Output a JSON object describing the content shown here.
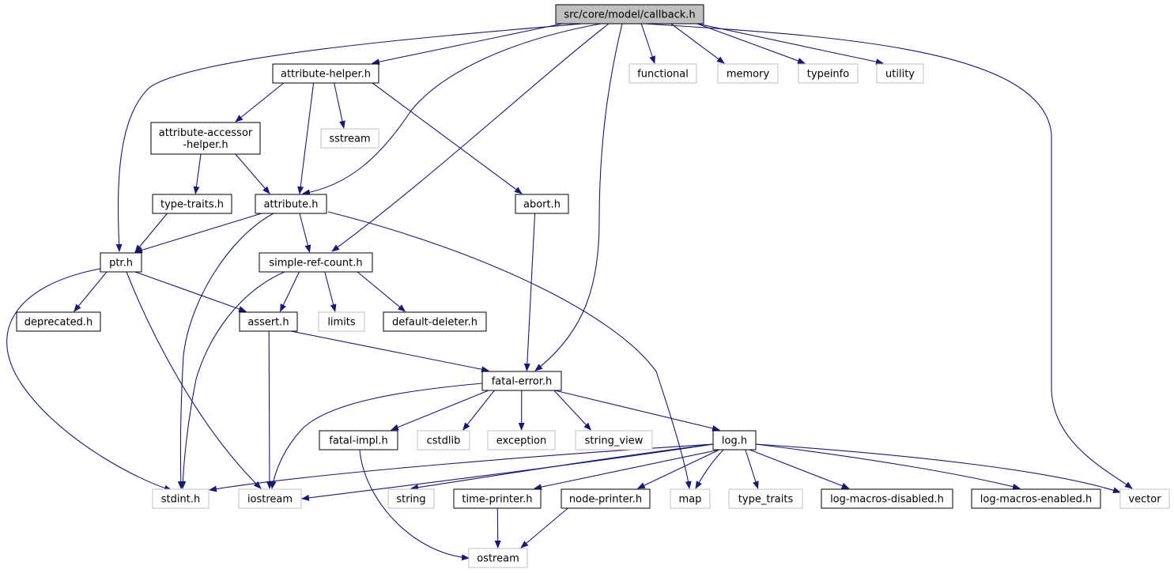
{
  "diagram": {
    "colors": {
      "edge": "#191970",
      "strong_border": "#000000",
      "weak_border": "#bfbfbf",
      "root_fill": "#bfbfbf",
      "fill": "#ffffff",
      "text": "#000000"
    },
    "nodes": [
      {
        "id": "callback",
        "lines": [
          "src/core/model/callback.h"
        ],
        "style": "root"
      },
      {
        "id": "attribute-helper",
        "lines": [
          "attribute-helper.h"
        ],
        "style": "strong"
      },
      {
        "id": "functional",
        "lines": [
          "functional"
        ],
        "style": "weak"
      },
      {
        "id": "memory",
        "lines": [
          "memory"
        ],
        "style": "weak"
      },
      {
        "id": "typeinfo",
        "lines": [
          "typeinfo"
        ],
        "style": "weak"
      },
      {
        "id": "utility",
        "lines": [
          "utility"
        ],
        "style": "weak"
      },
      {
        "id": "attribute-accessor-helper",
        "lines": [
          "attribute-accessor",
          "-helper.h"
        ],
        "style": "strong"
      },
      {
        "id": "sstream",
        "lines": [
          "sstream"
        ],
        "style": "weak"
      },
      {
        "id": "type-traits",
        "lines": [
          "type-traits.h"
        ],
        "style": "strong"
      },
      {
        "id": "attribute",
        "lines": [
          "attribute.h"
        ],
        "style": "strong"
      },
      {
        "id": "abort",
        "lines": [
          "abort.h"
        ],
        "style": "strong"
      },
      {
        "id": "ptr",
        "lines": [
          "ptr.h"
        ],
        "style": "strong"
      },
      {
        "id": "simple-ref-count",
        "lines": [
          "simple-ref-count.h"
        ],
        "style": "strong"
      },
      {
        "id": "deprecated",
        "lines": [
          "deprecated.h"
        ],
        "style": "strong"
      },
      {
        "id": "assert",
        "lines": [
          "assert.h"
        ],
        "style": "strong"
      },
      {
        "id": "limits",
        "lines": [
          "limits"
        ],
        "style": "weak"
      },
      {
        "id": "default-deleter",
        "lines": [
          "default-deleter.h"
        ],
        "style": "strong"
      },
      {
        "id": "fatal-error",
        "lines": [
          "fatal-error.h"
        ],
        "style": "strong"
      },
      {
        "id": "fatal-impl",
        "lines": [
          "fatal-impl.h"
        ],
        "style": "strong"
      },
      {
        "id": "cstdlib",
        "lines": [
          "cstdlib"
        ],
        "style": "weak"
      },
      {
        "id": "exception",
        "lines": [
          "exception"
        ],
        "style": "weak"
      },
      {
        "id": "string_view",
        "lines": [
          "string_view"
        ],
        "style": "weak"
      },
      {
        "id": "log",
        "lines": [
          "log.h"
        ],
        "style": "strong"
      },
      {
        "id": "stdint",
        "lines": [
          "stdint.h"
        ],
        "style": "weak"
      },
      {
        "id": "iostream",
        "lines": [
          "iostream"
        ],
        "style": "weak"
      },
      {
        "id": "string",
        "lines": [
          "string"
        ],
        "style": "weak"
      },
      {
        "id": "time-printer",
        "lines": [
          "time-printer.h"
        ],
        "style": "strong"
      },
      {
        "id": "node-printer",
        "lines": [
          "node-printer.h"
        ],
        "style": "strong"
      },
      {
        "id": "map",
        "lines": [
          "map"
        ],
        "style": "weak"
      },
      {
        "id": "type_traits",
        "lines": [
          "type_traits"
        ],
        "style": "weak"
      },
      {
        "id": "log-macros-disabled",
        "lines": [
          "log-macros-disabled.h"
        ],
        "style": "strong"
      },
      {
        "id": "log-macros-enabled",
        "lines": [
          "log-macros-enabled.h"
        ],
        "style": "strong"
      },
      {
        "id": "vector",
        "lines": [
          "vector"
        ],
        "style": "weak"
      },
      {
        "id": "ostream",
        "lines": [
          "ostream"
        ],
        "style": "weak"
      }
    ],
    "edges": [
      [
        "callback",
        "attribute-helper"
      ],
      [
        "callback",
        "functional"
      ],
      [
        "callback",
        "memory"
      ],
      [
        "callback",
        "typeinfo"
      ],
      [
        "callback",
        "utility"
      ],
      [
        "callback",
        "ptr"
      ],
      [
        "callback",
        "attribute"
      ],
      [
        "callback",
        "simple-ref-count"
      ],
      [
        "callback",
        "fatal-error"
      ],
      [
        "callback",
        "vector"
      ],
      [
        "attribute-helper",
        "attribute-accessor-helper"
      ],
      [
        "attribute-helper",
        "sstream"
      ],
      [
        "attribute-helper",
        "attribute"
      ],
      [
        "attribute-helper",
        "abort"
      ],
      [
        "attribute-accessor-helper",
        "type-traits"
      ],
      [
        "attribute-accessor-helper",
        "attribute"
      ],
      [
        "type-traits",
        "ptr"
      ],
      [
        "attribute",
        "ptr"
      ],
      [
        "attribute",
        "simple-ref-count"
      ],
      [
        "attribute",
        "stdint"
      ],
      [
        "attribute",
        "map"
      ],
      [
        "abort",
        "fatal-error"
      ],
      [
        "ptr",
        "deprecated"
      ],
      [
        "ptr",
        "assert"
      ],
      [
        "ptr",
        "stdint"
      ],
      [
        "ptr",
        "iostream"
      ],
      [
        "simple-ref-count",
        "assert"
      ],
      [
        "simple-ref-count",
        "limits"
      ],
      [
        "simple-ref-count",
        "default-deleter"
      ],
      [
        "simple-ref-count",
        "stdint"
      ],
      [
        "assert",
        "fatal-error"
      ],
      [
        "assert",
        "iostream"
      ],
      [
        "fatal-error",
        "fatal-impl"
      ],
      [
        "fatal-error",
        "cstdlib"
      ],
      [
        "fatal-error",
        "exception"
      ],
      [
        "fatal-error",
        "string_view"
      ],
      [
        "fatal-error",
        "log"
      ],
      [
        "fatal-error",
        "iostream"
      ],
      [
        "fatal-impl",
        "ostream"
      ],
      [
        "log",
        "stdint"
      ],
      [
        "log",
        "iostream"
      ],
      [
        "log",
        "string"
      ],
      [
        "log",
        "time-printer"
      ],
      [
        "log",
        "node-printer"
      ],
      [
        "log",
        "map"
      ],
      [
        "log",
        "type_traits"
      ],
      [
        "log",
        "log-macros-disabled"
      ],
      [
        "log",
        "log-macros-enabled"
      ],
      [
        "log",
        "vector"
      ],
      [
        "time-printer",
        "ostream"
      ],
      [
        "node-printer",
        "ostream"
      ]
    ]
  }
}
